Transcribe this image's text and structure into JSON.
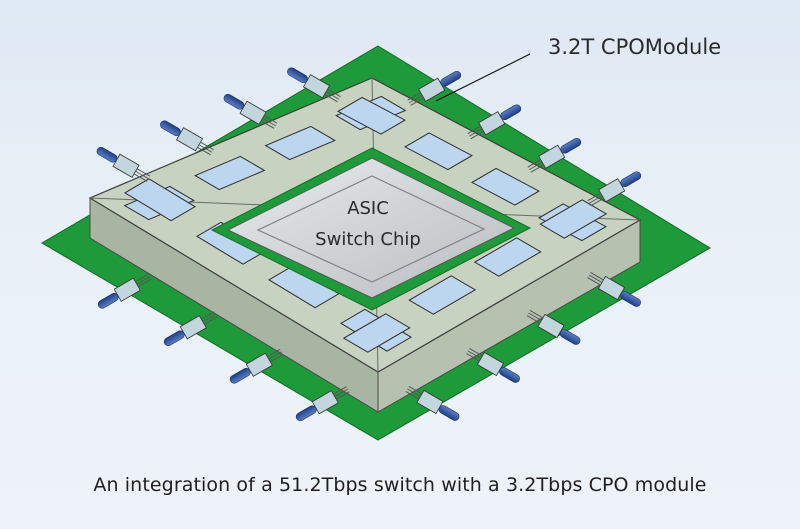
{
  "labels": {
    "module_callout": "3.2T CPOModule",
    "chip_line1": "ASIC",
    "chip_line2": "Switch Chip",
    "caption": "An integration of a 51.2Tbps switch with a 3.2Tbps CPO module"
  },
  "colors": {
    "pcb_green": "#1f9a3a",
    "module_body": "#c7d3c0",
    "window_blue": "#bcd6ef",
    "connector_blue": "#2a4f9a",
    "chip_silver": "#cfd3d6"
  },
  "structure": {
    "modules_per_side": 4,
    "sides": 4
  }
}
